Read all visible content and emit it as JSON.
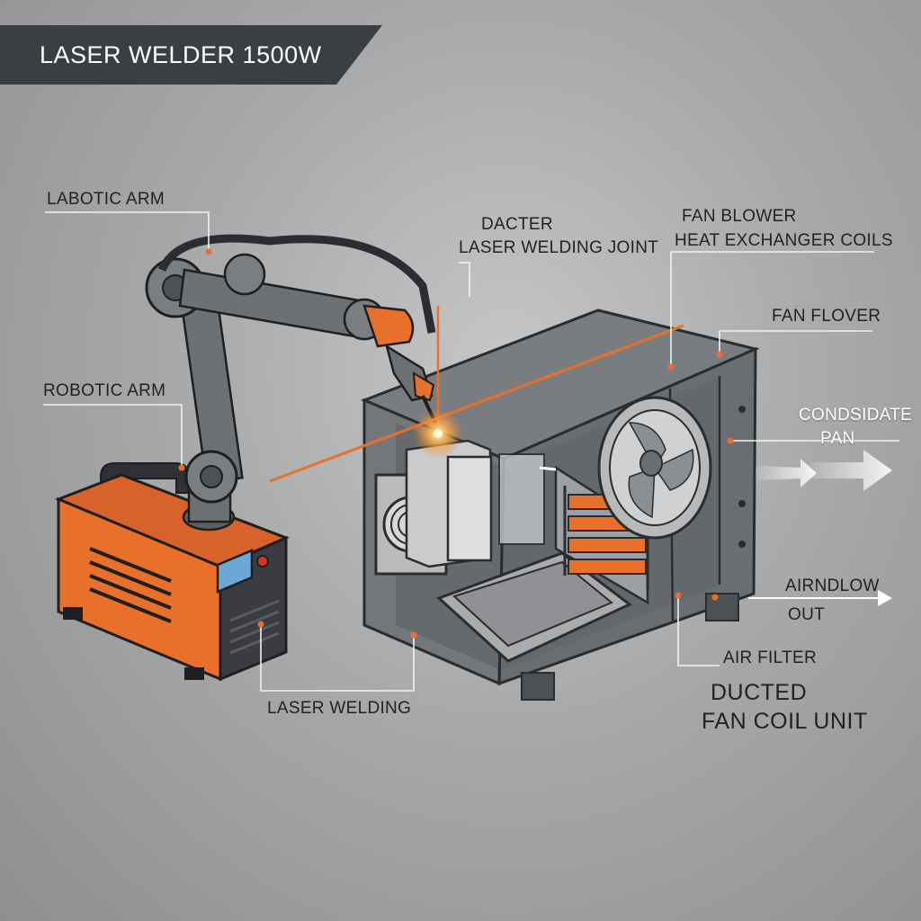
{
  "title": "LASER WELDER 1500W",
  "labels": {
    "labotic_arm": "LABOTIC ARM",
    "robotic_arm": "ROBOTIC ARM",
    "dacter": "DACTER",
    "laser_welding_joint": "LASER WELDING JOINT",
    "fan_blower": "FAN BLOWER",
    "heat_exchanger_coils": "HEAT EXCHANGER COILS",
    "fan_flover": "FAN FLOVER",
    "condsidate": "CONDSIDATE",
    "pan": "PAN",
    "airndlow": "AIRNDLOW",
    "out": "OUT",
    "air_filter": "AIR FILTER",
    "ducted": "DUCTED",
    "fan_coil_unit": "FAN COIL UNIT",
    "laser_welding": "LASER WELDING"
  },
  "colors": {
    "accent_orange": "#e8702a",
    "banner": "#3b3e42",
    "machine_body": "#6e7174",
    "screen": "#6aa8d6"
  }
}
